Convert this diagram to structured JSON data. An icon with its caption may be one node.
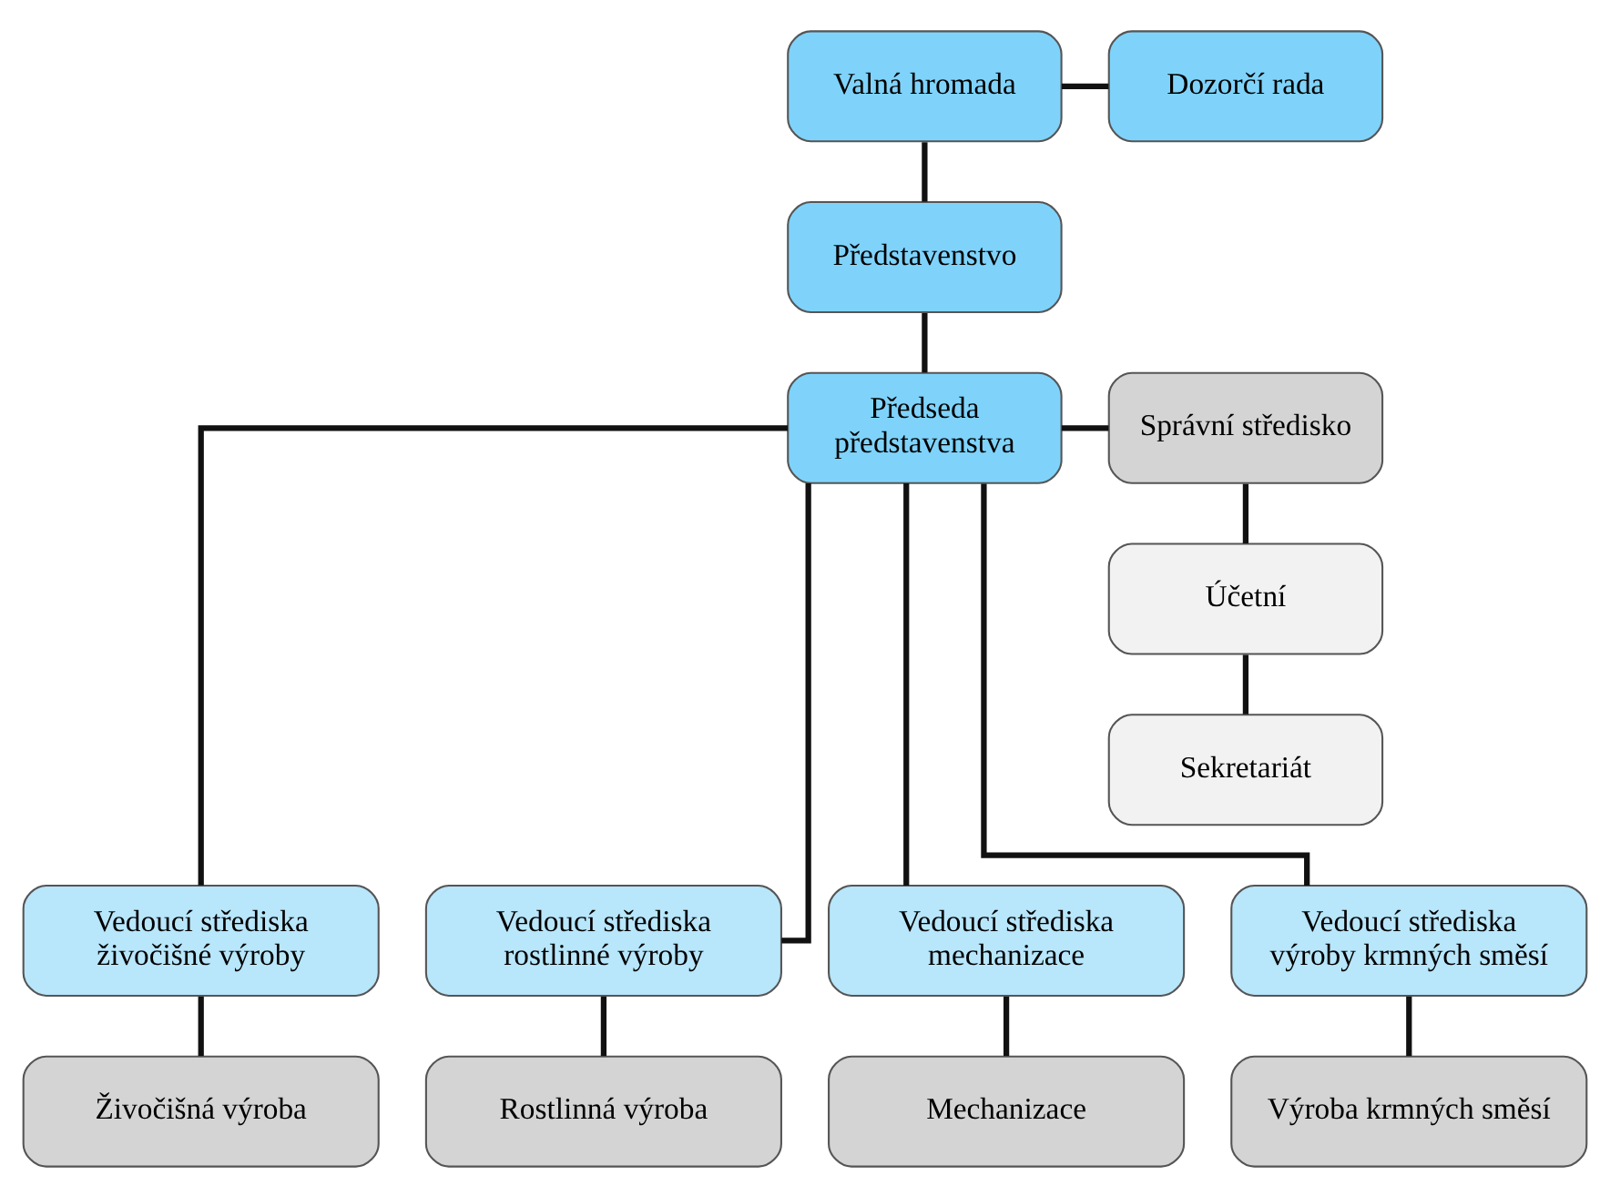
{
  "diagram": {
    "nodes": [
      {
        "text": [
          "Valná hromada"
        ]
      },
      {
        "text": [
          "Dozorčí rada"
        ]
      },
      {
        "text": [
          "Představenstvo"
        ]
      },
      {
        "text": [
          "Předseda představenstva"
        ]
      },
      {
        "text": [
          "Správní středisko"
        ]
      },
      {
        "text": [
          "Účetní"
        ]
      },
      {
        "text": [
          "Sekretariát"
        ]
      },
      {
        "text": [
          "Vedoucí střediska živočišné výroby"
        ]
      },
      {
        "text": [
          "Vedoucí střediska rostlinné výroby"
        ]
      },
      {
        "text": [
          "Vedoucí střediska mechanizace"
        ]
      },
      {
        "text": [
          "Vedoucí střediska výroby krmných směsí"
        ]
      },
      {
        "text": [
          "Živočišná výroba"
        ]
      },
      {
        "text": [
          "Rostlinná výroba"
        ]
      },
      {
        "text": [
          "Mechanizace"
        ]
      },
      {
        "text": [
          "Výroba krmných směsí"
        ]
      }
    ],
    "edges": [
      {
        "from": 0,
        "to": 1,
        "arrow": "none"
      },
      {
        "from": 0,
        "to": 2,
        "arrow": "none"
      },
      {
        "from": 2,
        "to": 3,
        "arrow": "none"
      },
      {
        "from": 3,
        "to": 4,
        "arrow": "none"
      },
      {
        "from": 4,
        "to": 5,
        "arrow": "none"
      },
      {
        "from": 5,
        "to": 6,
        "arrow": "none"
      },
      {
        "from": 3,
        "to": 7,
        "arrow": "none"
      },
      {
        "from": 3,
        "to": 8,
        "arrow": "none"
      },
      {
        "from": 3,
        "to": 9,
        "arrow": "none"
      },
      {
        "from": 3,
        "to": 10,
        "arrow": "none"
      },
      {
        "from": 7,
        "to": 11,
        "arrow": "none"
      },
      {
        "from": 8,
        "to": 12,
        "arrow": "none"
      },
      {
        "from": 9,
        "to": 13,
        "arrow": "none"
      },
      {
        "from": 10,
        "to": 14,
        "arrow": "none"
      }
    ]
  }
}
